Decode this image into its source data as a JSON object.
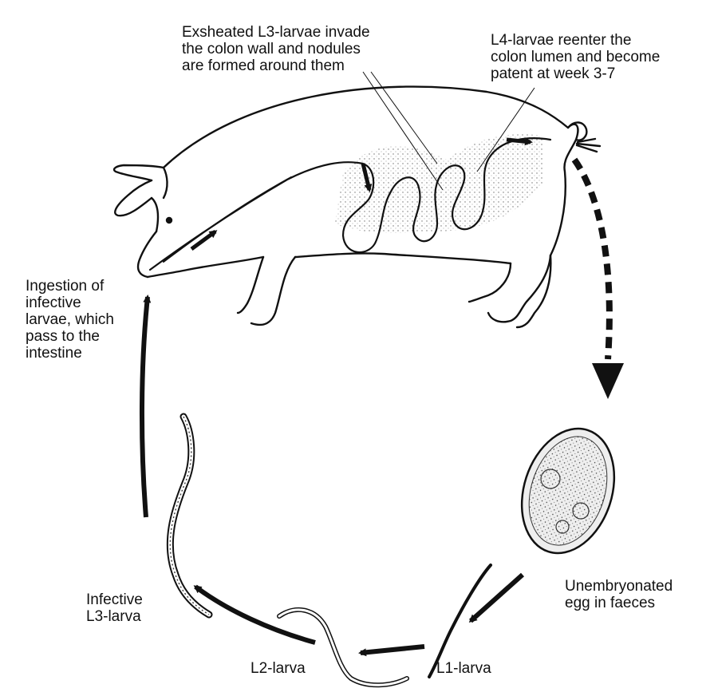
{
  "labels": {
    "exsheathed_l3": "Exsheated L3-larvae invade\nthe colon wall and nodules\nare formed around them",
    "l4_reenter": "L4-larvae reenter the\ncolon lumen and become\npatent at week 3-7",
    "ingestion": "Ingestion of\ninfective\nlarvae, which\npass to the\nintestine",
    "egg": "Unembryonated\negg in faeces",
    "infective_l3": "Infective\nL3-larva",
    "l2": "L2-larva",
    "l1": "L1-larva"
  }
}
